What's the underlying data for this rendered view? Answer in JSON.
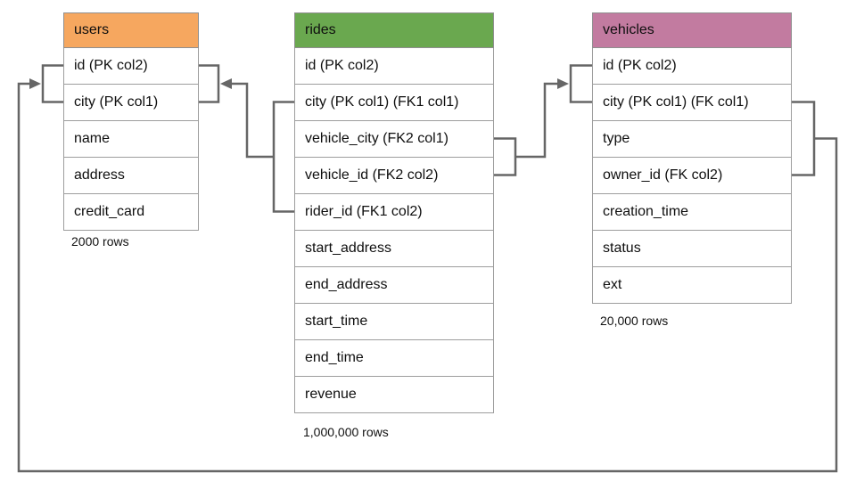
{
  "diagram": {
    "kind": "database-schema",
    "colors": {
      "users_header": "#F6A75F",
      "rides_header": "#6AA84F",
      "vehicles_header": "#C27BA0",
      "connector_line": "#666666",
      "table_border": "#9D9D9D"
    },
    "tables": {
      "users": {
        "name": "users",
        "columns": [
          "id (PK col2)",
          "city (PK col1)",
          "name",
          "address",
          "credit_card"
        ],
        "row_count_label": "2000 rows"
      },
      "rides": {
        "name": "rides",
        "columns": [
          "id (PK col2)",
          "city (PK col1) (FK1 col1)",
          "vehicle_city (FK2 col1)",
          "vehicle_id (FK2 col2)",
          "rider_id (FK1 col2)",
          "start_address",
          "end_address",
          "start_time",
          "end_time",
          "revenue"
        ],
        "row_count_label": "1,000,000 rows"
      },
      "vehicles": {
        "name": "vehicles",
        "columns": [
          "id (PK col2)",
          "city (PK col1) (FK col1)",
          "type",
          "owner_id (FK col2)",
          "creation_time",
          "status",
          "ext"
        ],
        "row_count_label": "20,000 rows"
      }
    },
    "relationships": [
      {
        "name": "FK1",
        "from_table": "rides",
        "from_columns": [
          "city (PK col1) (FK1 col1)",
          "rider_id (FK1 col2)"
        ],
        "to_table": "users",
        "to_columns": [
          "id (PK col2)",
          "city (PK col1)"
        ],
        "arrow_points_at": "users"
      },
      {
        "name": "FK2",
        "from_table": "rides",
        "from_columns": [
          "vehicle_city (FK2 col1)",
          "vehicle_id (FK2 col2)"
        ],
        "to_table": "vehicles",
        "to_columns": [
          "id (PK col2)",
          "city (PK col1) (FK col1)"
        ],
        "arrow_points_at": "vehicles"
      },
      {
        "name": "FK",
        "from_table": "vehicles",
        "from_columns": [
          "city (PK col1) (FK col1)",
          "owner_id (FK col2)"
        ],
        "to_table": "users",
        "to_columns": [
          "id (PK col2)",
          "city (PK col1)"
        ],
        "arrow_points_at": "users"
      }
    ]
  }
}
